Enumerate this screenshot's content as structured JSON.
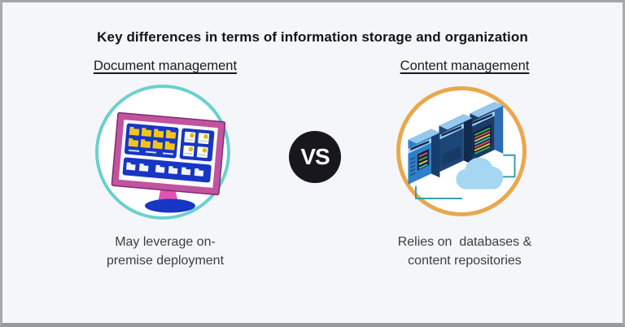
{
  "title": "Key differences in terms of information storage and organization",
  "vs": {
    "label": "VS",
    "bg": "#17171d",
    "fg": "#ffffff"
  },
  "columns": {
    "left": {
      "heading": "Document management",
      "caption_line1": "May leverage on-",
      "caption_line2": "premise deployment",
      "accent_color": "#68d1ce",
      "illustration": "desktop-monitor-with-folders"
    },
    "right": {
      "heading": "Content management",
      "caption_line1": "Relies on  databases &",
      "caption_line2": "content repositories",
      "accent_color": "#e9a84e",
      "illustration": "server-towers-with-cloud"
    }
  },
  "colors": {
    "panel_background": "#f5f6f9",
    "panel_border": "#a3a4a6",
    "monitor_frame_pink": "#c2539e",
    "screen_blue": "#1836c4",
    "folder_yellow": "#f2c41c",
    "stand_pink": "#e64fb2",
    "server_light_blue": "#2e80c8",
    "server_dark_navy": "#1a3a68",
    "cloud_blue": "#a6d7f2",
    "connector_teal": "#2f9ba8"
  }
}
